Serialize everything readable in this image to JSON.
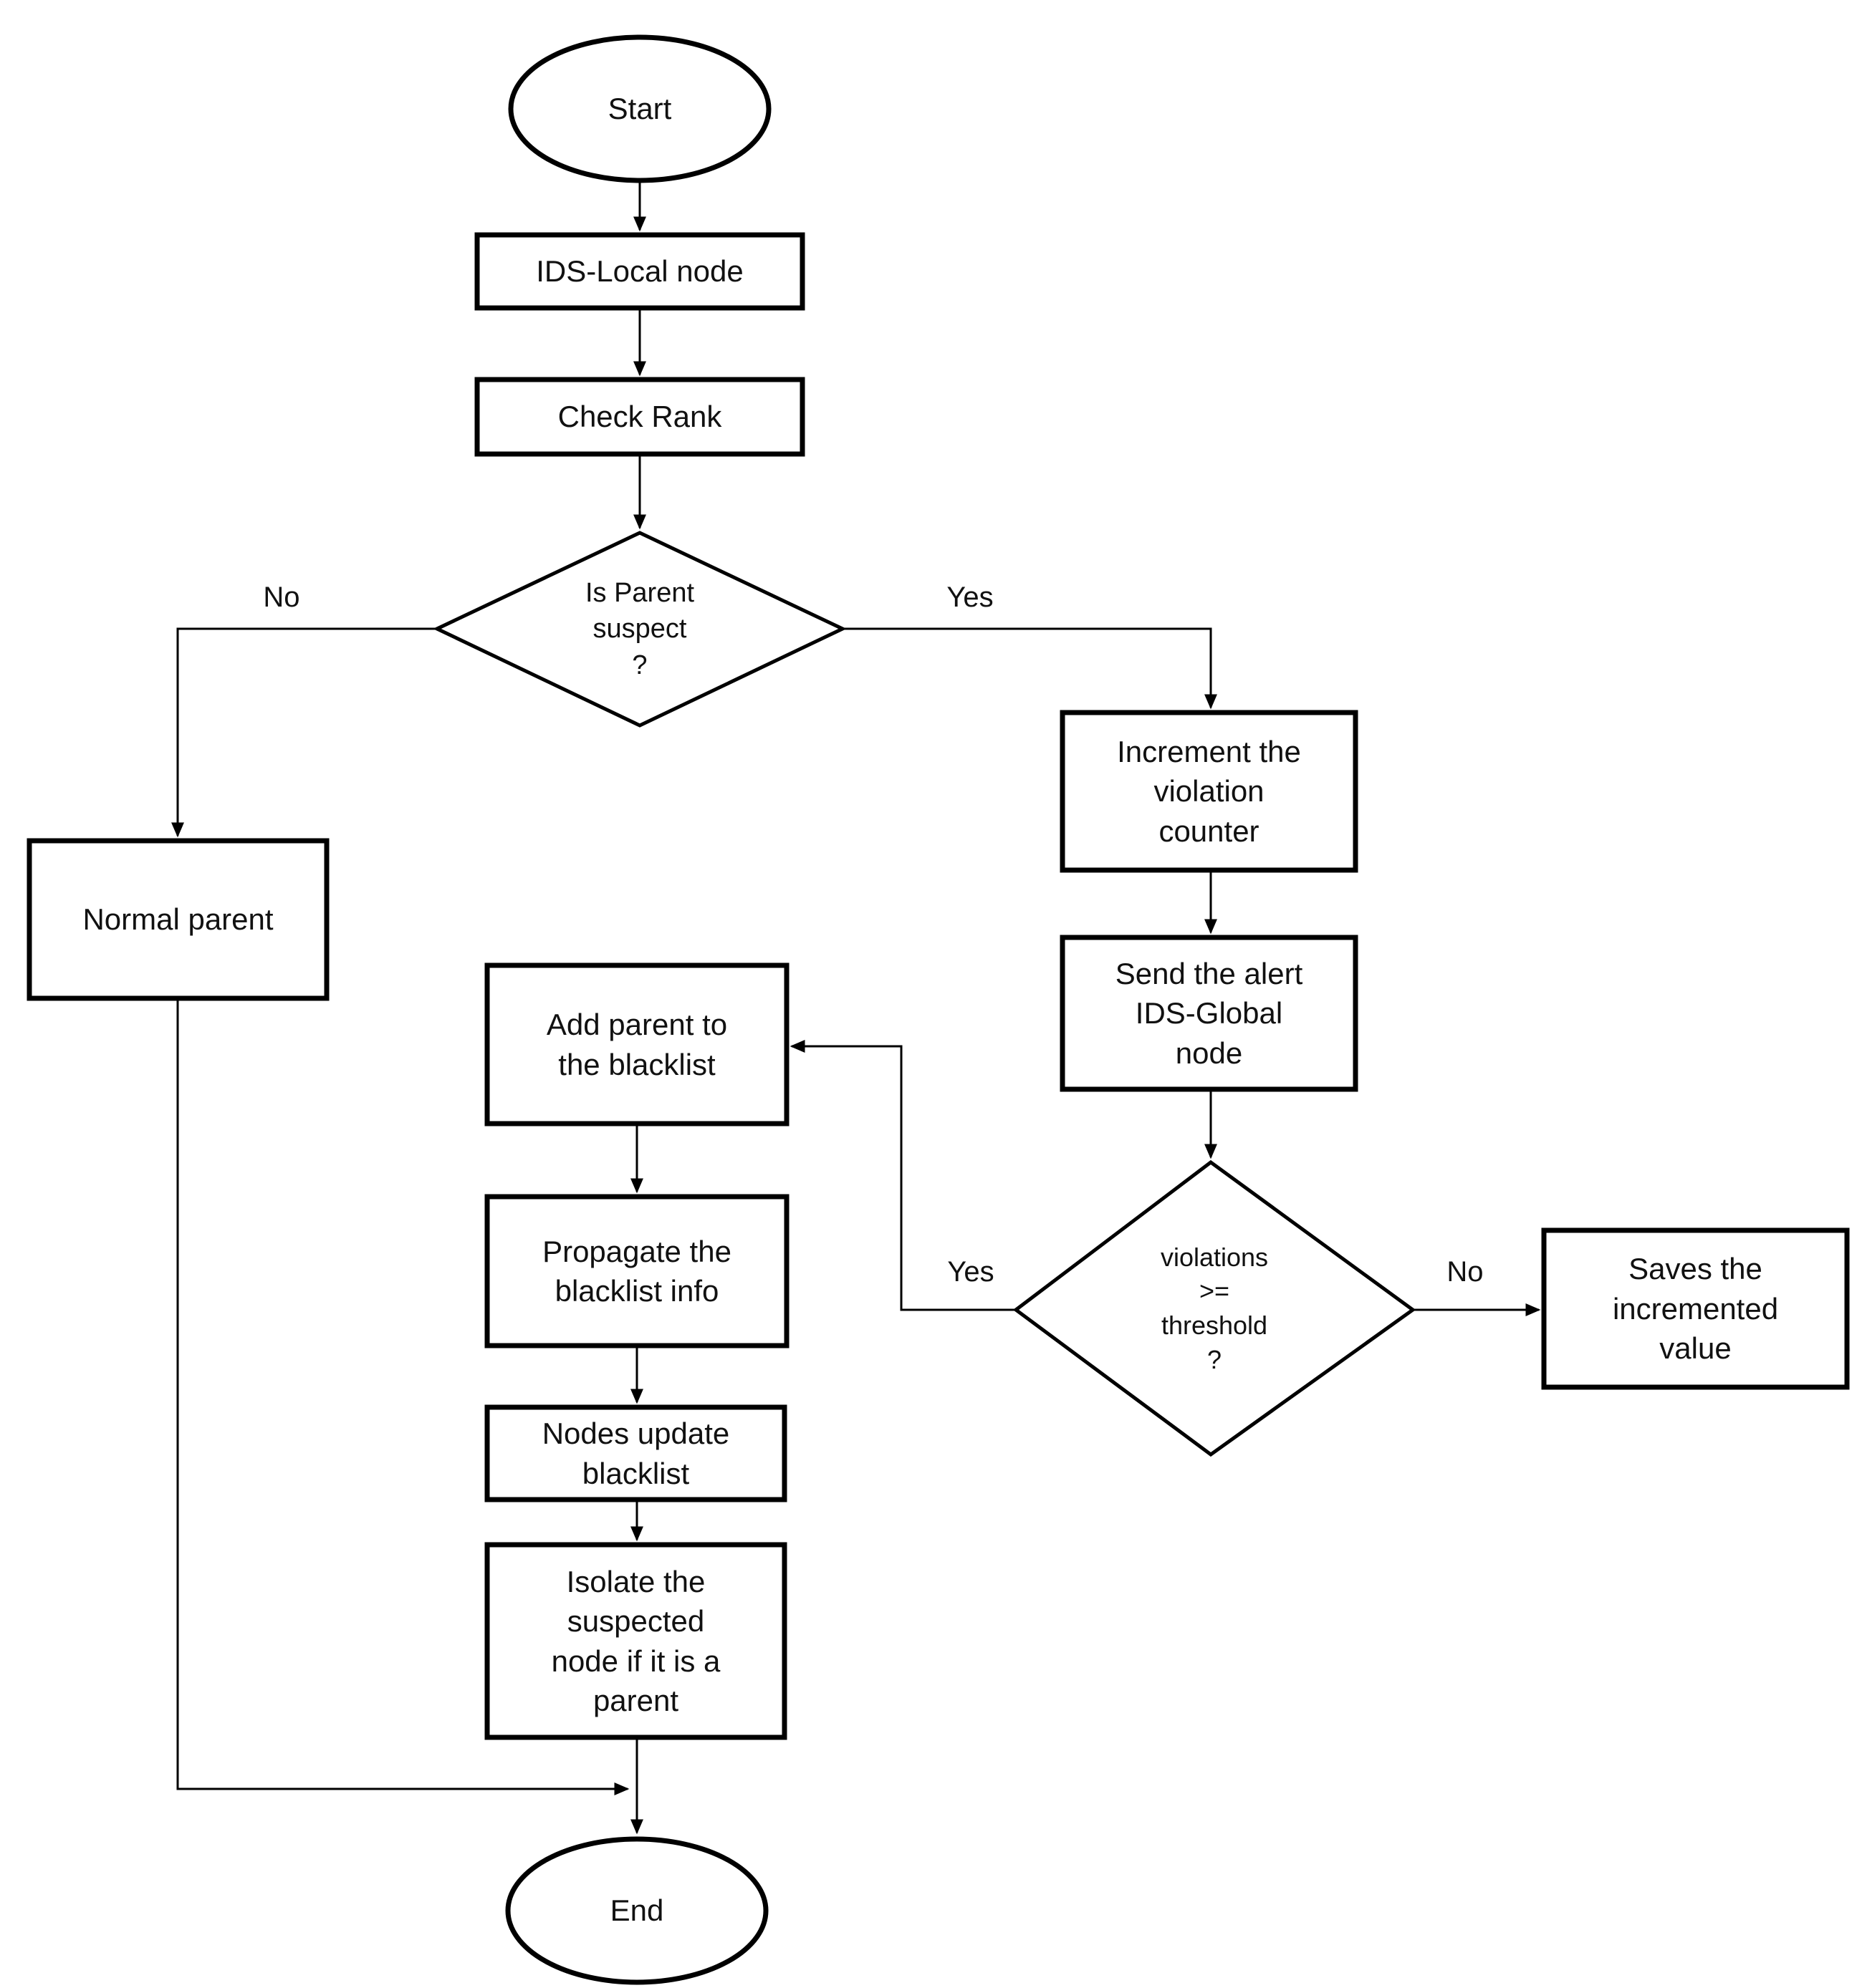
{
  "diagram": {
    "kind": "flowchart",
    "colors": {
      "stroke": "#000000",
      "background": "#ffffff",
      "text": "#111111"
    },
    "nodes": {
      "start": {
        "type": "terminator",
        "label": "Start"
      },
      "ids_local": {
        "type": "process",
        "label": "IDS-Local node"
      },
      "check_rank": {
        "type": "process",
        "label": "Check Rank"
      },
      "is_parent_suspect": {
        "type": "decision",
        "label": "Is Parent\nsuspect\n?"
      },
      "normal_parent": {
        "type": "process",
        "label": "Normal parent"
      },
      "increment_counter": {
        "type": "process",
        "label": "Increment the\nviolation\ncounter"
      },
      "send_alert": {
        "type": "process",
        "label": "Send the alert\nIDS-Global\nnode"
      },
      "violations_threshold": {
        "type": "decision",
        "label": "violations\n>=\nthreshold\n?"
      },
      "saves_value": {
        "type": "process",
        "label": "Saves the\nincremented\nvalue"
      },
      "add_blacklist": {
        "type": "process",
        "label": "Add parent to\nthe blacklist"
      },
      "propagate_blacklist": {
        "type": "process",
        "label": "Propagate the\nblacklist info"
      },
      "nodes_update": {
        "type": "process",
        "label": "Nodes update\nblacklist"
      },
      "isolate_node": {
        "type": "process",
        "label": "Isolate the\nsuspected\nnode if it is a\nparent"
      },
      "end": {
        "type": "terminator",
        "label": "End"
      }
    },
    "edges": {
      "d1_no": {
        "label": "No",
        "from": "is_parent_suspect",
        "to": "normal_parent"
      },
      "d1_yes": {
        "label": "Yes",
        "from": "is_parent_suspect",
        "to": "increment_counter"
      },
      "d2_yes": {
        "label": "Yes",
        "from": "violations_threshold",
        "to": "add_blacklist"
      },
      "d2_no": {
        "label": "No",
        "from": "violations_threshold",
        "to": "saves_value"
      }
    }
  }
}
